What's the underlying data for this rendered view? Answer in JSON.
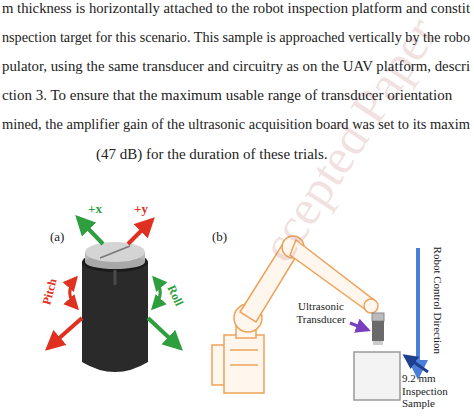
{
  "diagram": {
    "labels": [
      "m thickness is horizontally attached to the robot inspection platform and constit",
      "nspection target for this scenario. This sample is approached vertically by the robo",
      "pulator, using the same transducer and circuitry as on the UAV platform, descri",
      "ction 3. To ensure that the maximum usable range of transducer orientation",
      "mined, the amplifier gain of the ultrasonic acquisition board was set to its maxim",
      "(47 dB) for the duration of these trials.",
      "(a)",
      "+x",
      "+y",
      "Pitch",
      "Roll",
      "(b)",
      "Robot Control Direction",
      "Ultrasonic Transducer",
      "9.2 mm Inspection Sample",
      "ccepted Paper"
    ]
  }
}
